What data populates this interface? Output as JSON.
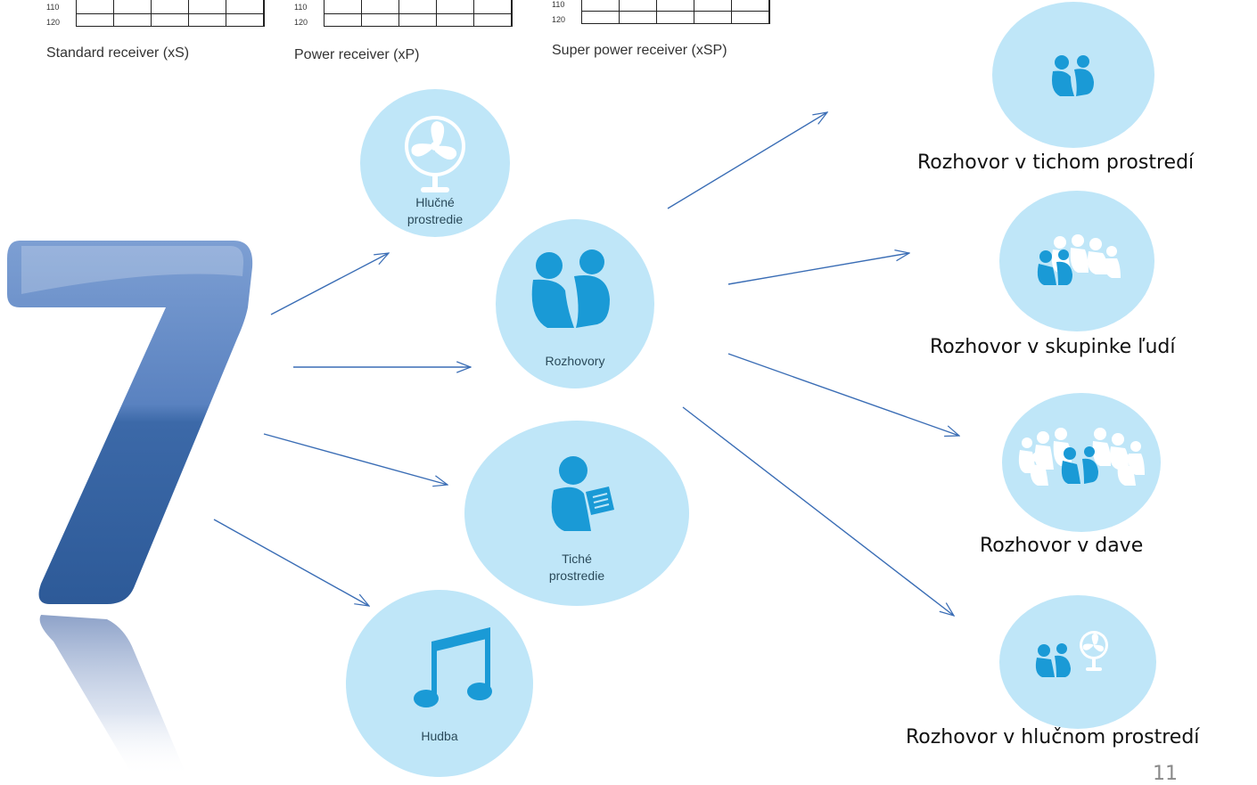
{
  "audiograms": [
    {
      "tick_top": "110",
      "tick_bottom": "120",
      "caption": "Standard receiver (xS)"
    },
    {
      "tick_top": "110",
      "tick_bottom": "120",
      "caption": "Power receiver (xP)"
    },
    {
      "tick_top": "110",
      "tick_bottom": "120",
      "caption": "Super power receiver (xSP)"
    }
  ],
  "big_number": "7",
  "environments": {
    "noisy": "Hlučné\nprostredie",
    "conversations": "Rozhovory",
    "quiet": "Tiché\nprostredie",
    "music": "Hudba"
  },
  "conversation_types": {
    "quiet": "Rozhovor v tichom prostredí",
    "group": "Rozhovor v skupinke ľudí",
    "crowd": "Rozhovor v dave",
    "noisy": "Rozhovor v hlučnom prostredí"
  },
  "page_number": "11",
  "colors": {
    "bubble": "#bfe6f8",
    "icon": "#1a9ad6",
    "arrow": "#3a6db5",
    "seven_top": "#6a8fc8",
    "seven_bottom": "#2a5a9a"
  },
  "icons": [
    "fan-icon",
    "two-people-icon",
    "reading-person-icon",
    "music-note-icon",
    "group-people-icon",
    "crowd-people-icon"
  ]
}
